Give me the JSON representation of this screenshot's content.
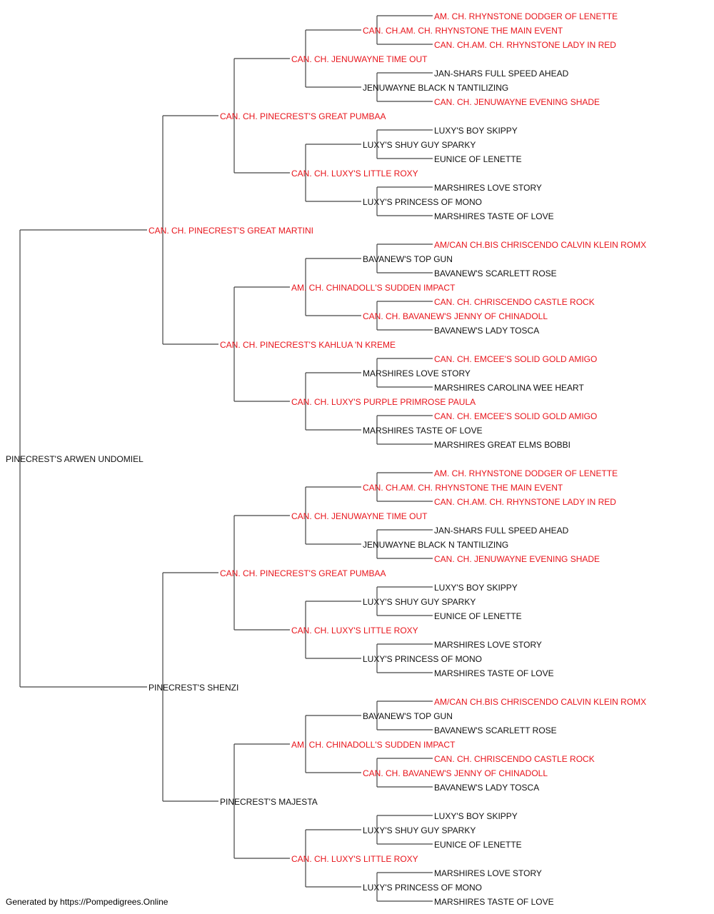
{
  "colors": {
    "titled": "#e8141b",
    "plain": "#111111",
    "connector": "#444444"
  },
  "pedigree": {
    "name": "PINECREST'S ARWEN UNDOMIEL",
    "titled": false,
    "sire": {
      "name": "CAN. CH. PINECREST'S GREAT MARTINI",
      "titled": true,
      "sire": {
        "name": "CAN. CH. PINECREST'S GREAT PUMBAA",
        "titled": true,
        "sire": {
          "name": "CAN. CH. JENUWAYNE TIME OUT",
          "titled": true,
          "sire": {
            "name": "CAN. CH.AM. CH. RHYNSTONE THE MAIN EVENT",
            "titled": true,
            "sire": {
              "name": "AM. CH. RHYNSTONE DODGER OF LENETTE",
              "titled": true
            },
            "dam": {
              "name": "CAN. CH.AM. CH. RHYNSTONE LADY IN RED",
              "titled": true
            }
          },
          "dam": {
            "name": "JENUWAYNE BLACK N TANTILIZING",
            "titled": false,
            "sire": {
              "name": "JAN-SHARS FULL SPEED AHEAD",
              "titled": false
            },
            "dam": {
              "name": "CAN. CH. JENUWAYNE EVENING SHADE",
              "titled": true
            }
          }
        },
        "dam": {
          "name": "CAN. CH. LUXY'S LITTLE ROXY",
          "titled": true,
          "sire": {
            "name": "LUXY'S SHUY GUY SPARKY",
            "titled": false,
            "sire": {
              "name": "LUXY'S BOY SKIPPY",
              "titled": false
            },
            "dam": {
              "name": "EUNICE OF LENETTE",
              "titled": false
            }
          },
          "dam": {
            "name": "LUXY'S PRINCESS OF MONO",
            "titled": false,
            "sire": {
              "name": "MARSHIRES LOVE STORY",
              "titled": false
            },
            "dam": {
              "name": "MARSHIRES TASTE OF LOVE",
              "titled": false
            }
          }
        }
      },
      "dam": {
        "name": "CAN. CH. PINECREST'S KAHLUA 'N KREME",
        "titled": true,
        "sire": {
          "name": "AM. CH. CHINADOLL'S SUDDEN IMPACT",
          "titled": true,
          "sire": {
            "name": "BAVANEW'S TOP GUN",
            "titled": false,
            "sire": {
              "name": "AM/CAN CH.BIS CHRISCENDO CALVIN KLEIN ROMX",
              "titled": true
            },
            "dam": {
              "name": "BAVANEW'S SCARLETT ROSE",
              "titled": false
            }
          },
          "dam": {
            "name": "CAN. CH. BAVANEW'S JENNY OF CHINADOLL",
            "titled": true,
            "sire": {
              "name": "CAN. CH. CHRISCENDO CASTLE ROCK",
              "titled": true
            },
            "dam": {
              "name": "BAVANEW'S LADY TOSCA",
              "titled": false
            }
          }
        },
        "dam": {
          "name": "CAN. CH. LUXY'S PURPLE PRIMROSE PAULA",
          "titled": true,
          "sire": {
            "name": "MARSHIRES LOVE STORY",
            "titled": false,
            "sire": {
              "name": "CAN. CH. EMCEE'S SOLID GOLD AMIGO",
              "titled": true
            },
            "dam": {
              "name": "MARSHIRES CAROLINA WEE HEART",
              "titled": false
            }
          },
          "dam": {
            "name": "MARSHIRES TASTE OF LOVE",
            "titled": false,
            "sire": {
              "name": "CAN. CH. EMCEE'S SOLID GOLD AMIGO",
              "titled": true
            },
            "dam": {
              "name": "MARSHIRES GREAT ELMS BOBBI",
              "titled": false
            }
          }
        }
      }
    },
    "dam": {
      "name": "PINECREST'S SHENZI",
      "titled": false,
      "sire": {
        "name": "CAN. CH. PINECREST'S GREAT PUMBAA",
        "titled": true,
        "sire": {
          "name": "CAN. CH. JENUWAYNE TIME OUT",
          "titled": true,
          "sire": {
            "name": "CAN. CH.AM. CH. RHYNSTONE THE MAIN EVENT",
            "titled": true,
            "sire": {
              "name": "AM. CH. RHYNSTONE DODGER OF LENETTE",
              "titled": true
            },
            "dam": {
              "name": "CAN. CH.AM. CH. RHYNSTONE LADY IN RED",
              "titled": true
            }
          },
          "dam": {
            "name": "JENUWAYNE BLACK N TANTILIZING",
            "titled": false,
            "sire": {
              "name": "JAN-SHARS FULL SPEED AHEAD",
              "titled": false
            },
            "dam": {
              "name": "CAN. CH. JENUWAYNE EVENING SHADE",
              "titled": true
            }
          }
        },
        "dam": {
          "name": "CAN. CH. LUXY'S LITTLE ROXY",
          "titled": true,
          "sire": {
            "name": "LUXY'S SHUY GUY SPARKY",
            "titled": false,
            "sire": {
              "name": "LUXY'S BOY SKIPPY",
              "titled": false
            },
            "dam": {
              "name": "EUNICE OF LENETTE",
              "titled": false
            }
          },
          "dam": {
            "name": "LUXY'S PRINCESS OF MONO",
            "titled": false,
            "sire": {
              "name": "MARSHIRES LOVE STORY",
              "titled": false
            },
            "dam": {
              "name": "MARSHIRES TASTE OF LOVE",
              "titled": false
            }
          }
        }
      },
      "dam": {
        "name": "PINECREST'S MAJESTA",
        "titled": false,
        "sire": {
          "name": "AM. CH. CHINADOLL'S SUDDEN IMPACT",
          "titled": true,
          "sire": {
            "name": "BAVANEW'S TOP GUN",
            "titled": false,
            "sire": {
              "name": "AM/CAN CH.BIS CHRISCENDO CALVIN KLEIN ROMX",
              "titled": true
            },
            "dam": {
              "name": "BAVANEW'S SCARLETT ROSE",
              "titled": false
            }
          },
          "dam": {
            "name": "CAN. CH. BAVANEW'S JENNY OF CHINADOLL",
            "titled": true,
            "sire": {
              "name": "CAN. CH. CHRISCENDO CASTLE ROCK",
              "titled": true
            },
            "dam": {
              "name": "BAVANEW'S LADY TOSCA",
              "titled": false
            }
          }
        },
        "dam": {
          "name": "CAN. CH. LUXY'S LITTLE ROXY",
          "titled": true,
          "sire": {
            "name": "LUXY'S SHUY GUY SPARKY",
            "titled": false,
            "sire": {
              "name": "LUXY'S BOY SKIPPY",
              "titled": false
            },
            "dam": {
              "name": "EUNICE OF LENETTE",
              "titled": false
            }
          },
          "dam": {
            "name": "LUXY'S PRINCESS OF MONO",
            "titled": false,
            "sire": {
              "name": "MARSHIRES LOVE STORY",
              "titled": false
            },
            "dam": {
              "name": "MARSHIRES TASTE OF LOVE",
              "titled": false
            }
          }
        }
      }
    }
  },
  "footer": "Generated by https://Pompedigrees.Online"
}
